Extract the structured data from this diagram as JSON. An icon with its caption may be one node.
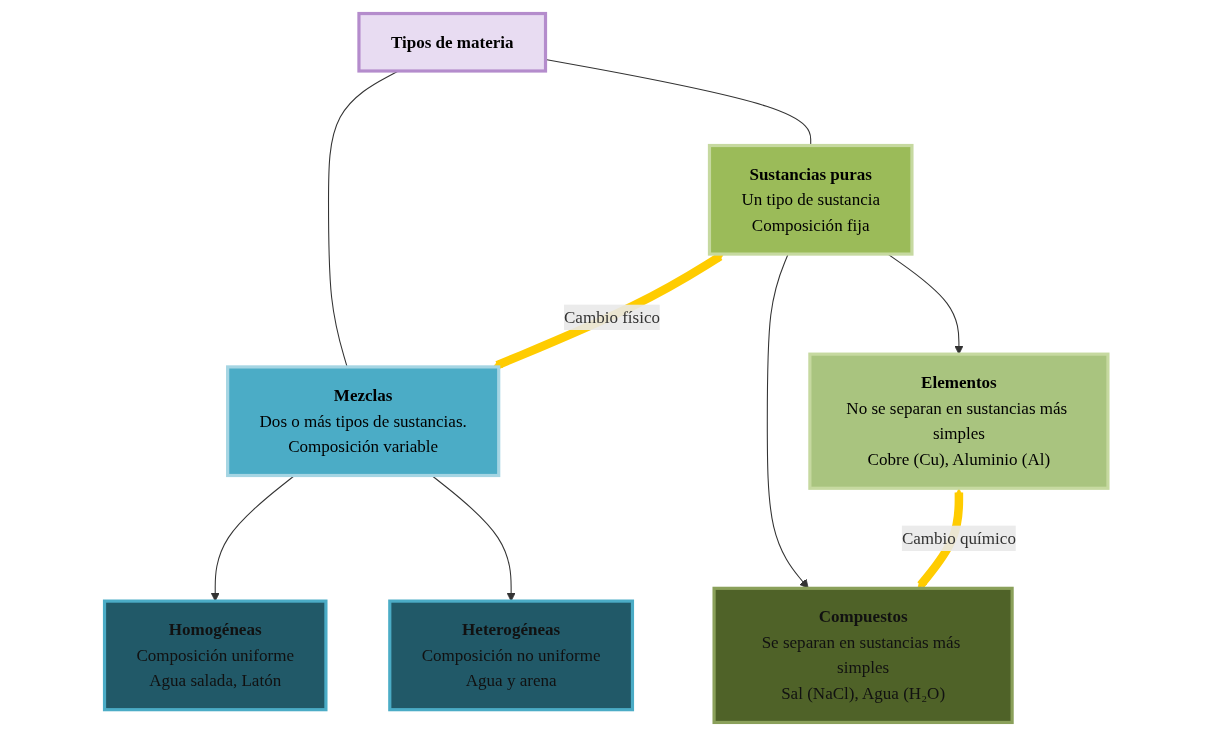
{
  "diagram": {
    "nodes": [
      {
        "text": [
          "Tipos de materia"
        ]
      },
      {
        "text": [
          "Sustancias puras",
          "Un tipo de sustancia",
          "Composición fija"
        ]
      },
      {
        "text": [
          "Mezclas",
          "Dos o más tipos de sustancias.",
          "Composición variable"
        ]
      },
      {
        "text": [
          "Elementos",
          "No se separan en sustancias más simples",
          "Cobre (Cu), Aluminio (Al)"
        ]
      },
      {
        "text": [
          "Compuestos",
          "Se separan en sustancias más simples",
          "Sal (NaCl), Agua (H₂O)"
        ]
      },
      {
        "text": [
          "Homogéneas",
          "Composición uniforme",
          "Agua salada, Latón"
        ]
      },
      {
        "text": [
          "Heterogéneas",
          "Composición no uniforme",
          "Agua y arena"
        ]
      }
    ],
    "edges": [
      {
        "from": 0,
        "to": 1,
        "arrow": "none"
      },
      {
        "from": 0,
        "to": 2,
        "arrow": "none"
      },
      {
        "from": 1,
        "to": 2,
        "arrow": "both",
        "label": "Cambio físico",
        "style": "thick",
        "color": "#ffcc00"
      },
      {
        "from": 1,
        "to": 3,
        "arrow": "to"
      },
      {
        "from": 1,
        "to": 4,
        "arrow": "to"
      },
      {
        "from": 2,
        "to": 5,
        "arrow": "to"
      },
      {
        "from": 2,
        "to": 6,
        "arrow": "to"
      },
      {
        "from": 3,
        "to": 4,
        "arrow": "both",
        "label": "Cambio químico",
        "style": "thick",
        "color": "#ffcc00"
      }
    ]
  }
}
